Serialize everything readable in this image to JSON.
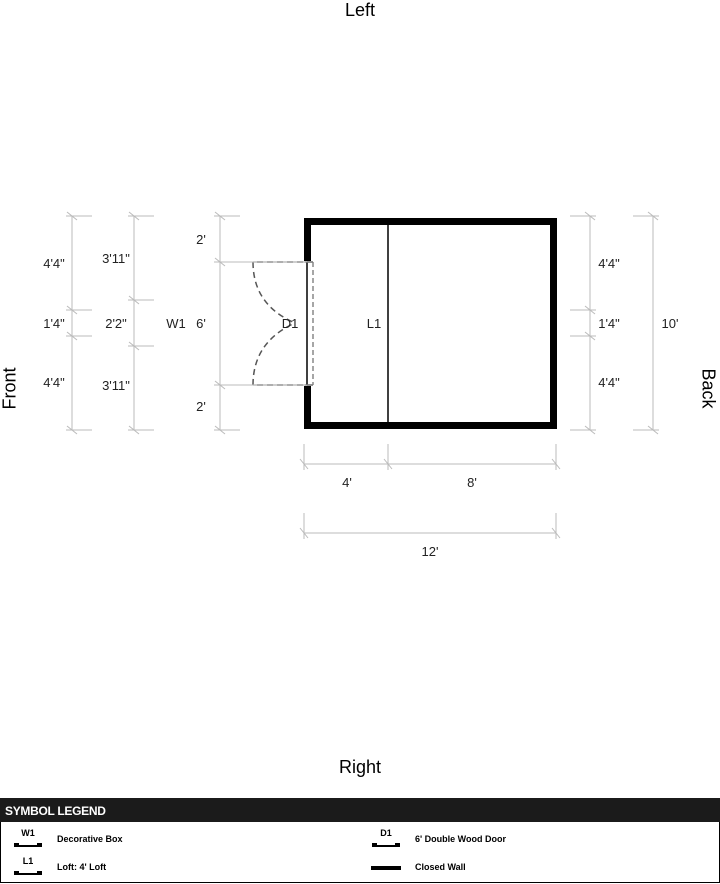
{
  "sides": {
    "left": "Left",
    "right": "Right",
    "front": "Front",
    "back": "Back"
  },
  "front_dims": {
    "outer": [
      "4'4\"",
      "1'4\"",
      "4'4\""
    ],
    "inner": [
      "3'11\"",
      "2'2\"",
      "3'11\""
    ],
    "window_tag": "W1",
    "door_dims": [
      "2'",
      "6'",
      "2'"
    ]
  },
  "back_dims": {
    "segments": [
      "4'4\"",
      "1'4\"",
      "4'4\""
    ],
    "total": "10'"
  },
  "bottom_dims": {
    "segments": [
      "4'",
      "8'"
    ],
    "total": "12'"
  },
  "plan_tags": {
    "door": "D1",
    "loft": "L1"
  },
  "legend": {
    "title": "SYMBOL LEGEND",
    "items": [
      {
        "code": "W1",
        "label": "Decorative Box"
      },
      {
        "code": "L1",
        "label": "Loft: 4' Loft"
      },
      {
        "code": "D1",
        "label": "6' Double Wood Door"
      },
      {
        "code": "",
        "label": "Closed Wall"
      }
    ]
  }
}
